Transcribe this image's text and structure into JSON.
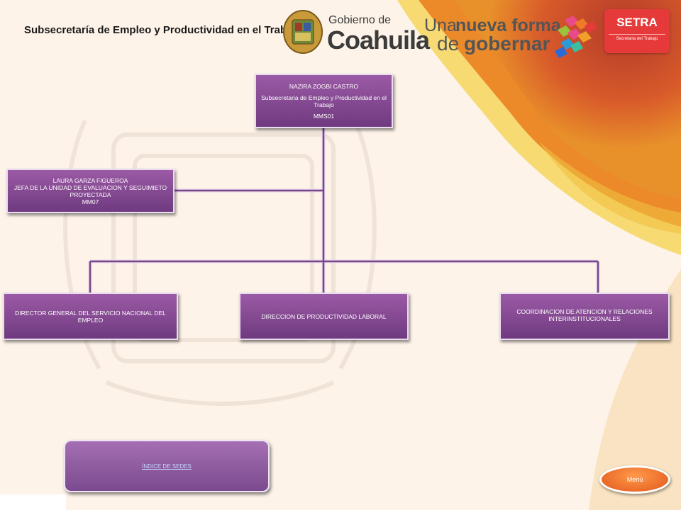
{
  "page": {
    "title": "Subsecretaría de Empleo y Productividad en el Trabajo"
  },
  "header": {
    "gobierno": "Gobierno de",
    "coahuila": "Coahuila",
    "slogan_1": "Una",
    "slogan_bold_1": "nueva forma",
    "slogan_2": "de",
    "slogan_bold_2": "gobernar",
    "setra_name": "SETRA",
    "setra_sub": "Secretaría del Trabajo"
  },
  "org": {
    "root": {
      "name": "NAZIRA ZOGBI CASTRO",
      "position": "Subsecretaria de Empleo y Productividad en el Trabajo",
      "code": "MMS01"
    },
    "assistant": {
      "name": "LAURA GARZA FIGUEROA",
      "position": "JEFA DE LA UNIDAD DE EVALUACION Y SEGUIMIETO",
      "status": "PROYECTADA",
      "code": "MM07"
    },
    "children": [
      {
        "label": "DIRECTOR GENERAL DEL SERVICIO NACIONAL DEL EMPLEO"
      },
      {
        "label": "DIRECCION DE PRODUCTIVIDAD LABORAL"
      },
      {
        "label": "COORDINACION DE ATENCION Y RELACIONES INTERINSTITUCIONALES"
      }
    ]
  },
  "nav": {
    "index_link": "ÍNDICE DE SEDES",
    "menu_button": "Menú"
  },
  "colors": {
    "box": "#8a4e99",
    "line": "#7a4588",
    "accent_red": "#e63a3a",
    "accent_orange": "#e2561a"
  }
}
